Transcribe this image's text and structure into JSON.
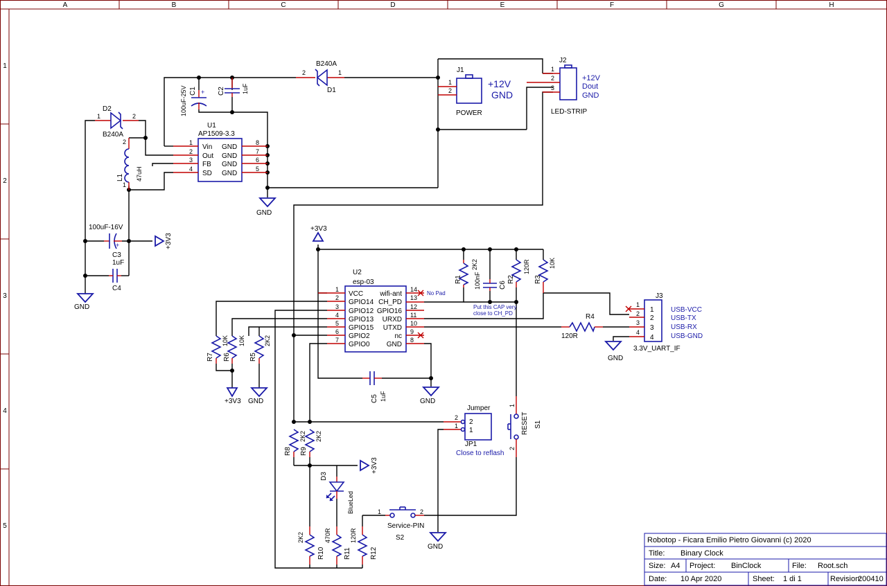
{
  "frame": {
    "cols": [
      "A",
      "B",
      "C",
      "D",
      "E",
      "F",
      "G",
      "H"
    ],
    "rows": [
      "1",
      "2",
      "3",
      "4",
      "5"
    ]
  },
  "parts": {
    "D1": {
      "ref": "D1",
      "value": "B240A",
      "pin_a": "2",
      "pin_b": "1"
    },
    "D2": {
      "ref": "D2",
      "value": "B240A",
      "pin_a": "1",
      "pin_b": "2"
    },
    "C1": {
      "ref": "C1",
      "value": "100uF-25V"
    },
    "C2": {
      "ref": "C2",
      "value": "1uF"
    },
    "C3": {
      "ref": "C3",
      "value": "100uF-16V"
    },
    "C4": {
      "ref": "C4",
      "value": "1uF"
    },
    "C5": {
      "ref": "C5",
      "value": "1uF"
    },
    "C6": {
      "ref": "C6",
      "value": "100nF"
    },
    "L1": {
      "ref": "L1",
      "value": "47uH",
      "pin_top": "2",
      "pin_bot": "1"
    },
    "U1": {
      "ref": "U1",
      "value": "AP1509-3.3",
      "left_pins": [
        {
          "num": "1",
          "name": "Vin"
        },
        {
          "num": "2",
          "name": "Out"
        },
        {
          "num": "3",
          "name": "FB"
        },
        {
          "num": "4",
          "name": "SD"
        }
      ],
      "right_pins": [
        {
          "num": "8",
          "name": "GND"
        },
        {
          "num": "7",
          "name": "GND"
        },
        {
          "num": "6",
          "name": "GND"
        },
        {
          "num": "5",
          "name": "GND"
        }
      ]
    },
    "U2": {
      "ref": "U2",
      "value": "esp-03",
      "left_pins": [
        {
          "num": "1",
          "name": "VCC"
        },
        {
          "num": "2",
          "name": "GPIO14"
        },
        {
          "num": "3",
          "name": "GPIO12"
        },
        {
          "num": "4",
          "name": "GPIO13"
        },
        {
          "num": "5",
          "name": "GPIO15"
        },
        {
          "num": "6",
          "name": "GPIO2"
        },
        {
          "num": "7",
          "name": "GPIO0"
        }
      ],
      "right_pins": [
        {
          "num": "14",
          "name": "wifi-ant"
        },
        {
          "num": "13",
          "name": "CH_PD"
        },
        {
          "num": "12",
          "name": "GPIO16"
        },
        {
          "num": "11",
          "name": "URXD"
        },
        {
          "num": "10",
          "name": "UTXD"
        },
        {
          "num": "9",
          "name": "nc"
        },
        {
          "num": "8",
          "name": "GND"
        }
      ]
    },
    "J1": {
      "ref": "J1",
      "value": "POWER",
      "pin1": "1",
      "pin2": "2",
      "label_v": "+12V",
      "label_g": "GND"
    },
    "J2": {
      "ref": "J2",
      "value": "LED-STRIP",
      "pins": [
        "1",
        "2",
        "3"
      ],
      "labels": [
        "+12V",
        "Dout",
        "GND"
      ]
    },
    "J3": {
      "ref": "J3",
      "value": "3.3V_UART_IF",
      "pins": [
        "1",
        "2",
        "3",
        "4"
      ],
      "labels": [
        "USB-VCC",
        "USB-TX",
        "USB-RX",
        "USB-GND"
      ]
    },
    "JP1": {
      "ref": "JP1",
      "value": "Jumper",
      "pins": [
        "2",
        "1"
      ],
      "note": "Close to reflash"
    },
    "S1": {
      "ref": "S1",
      "value": "RESET",
      "pin1": "1",
      "pin2": "2"
    },
    "S2": {
      "ref": "S2",
      "value": "Service-PIN",
      "pin1": "1",
      "pin2": "2"
    },
    "D3": {
      "ref": "D3",
      "value": "BlueLed"
    },
    "R1": {
      "ref": "R1",
      "value": "2K2"
    },
    "R2": {
      "ref": "R2",
      "value": "120R"
    },
    "R3": {
      "ref": "R3",
      "value": "10K"
    },
    "R4": {
      "ref": "R4",
      "value": "120R"
    },
    "R5": {
      "ref": "R5",
      "value": "2K2"
    },
    "R6": {
      "ref": "R6",
      "value": "10K"
    },
    "R7": {
      "ref": "R7",
      "value": "10K"
    },
    "R8": {
      "ref": "R8",
      "value": "2K2"
    },
    "R9": {
      "ref": "R9",
      "value": "2K2"
    },
    "R10": {
      "ref": "R10",
      "value": "2K2"
    },
    "R11": {
      "ref": "R11",
      "value": "470R"
    },
    "R12": {
      "ref": "R12",
      "value": "120R"
    }
  },
  "power": {
    "gnd": "GND",
    "v33": "+3V3"
  },
  "notes": {
    "no_pad": "No Pad",
    "cap_note_1": "Put this CAP very",
    "cap_note_2": "close to CH_PD"
  },
  "title_block": {
    "header": "Robotop - Ficara Emilio Pietro Giovanni (c) 2020",
    "title_label": "Title:",
    "title": "Binary Clock",
    "size_label": "Size:",
    "size": "A4",
    "project_label": "Project:",
    "project": "BinClock",
    "file_label": "File:",
    "file": "Root.sch",
    "date_label": "Date:",
    "date": "10 Apr 2020",
    "sheet_label": "Sheet:",
    "sheet": "1 di 1",
    "revision_label": "Revision:",
    "revision": "200410"
  },
  "colors": {
    "wire": "#000000",
    "pin": "#c00000",
    "symbol": "#1a1aa8",
    "frame": "#7a0000"
  }
}
